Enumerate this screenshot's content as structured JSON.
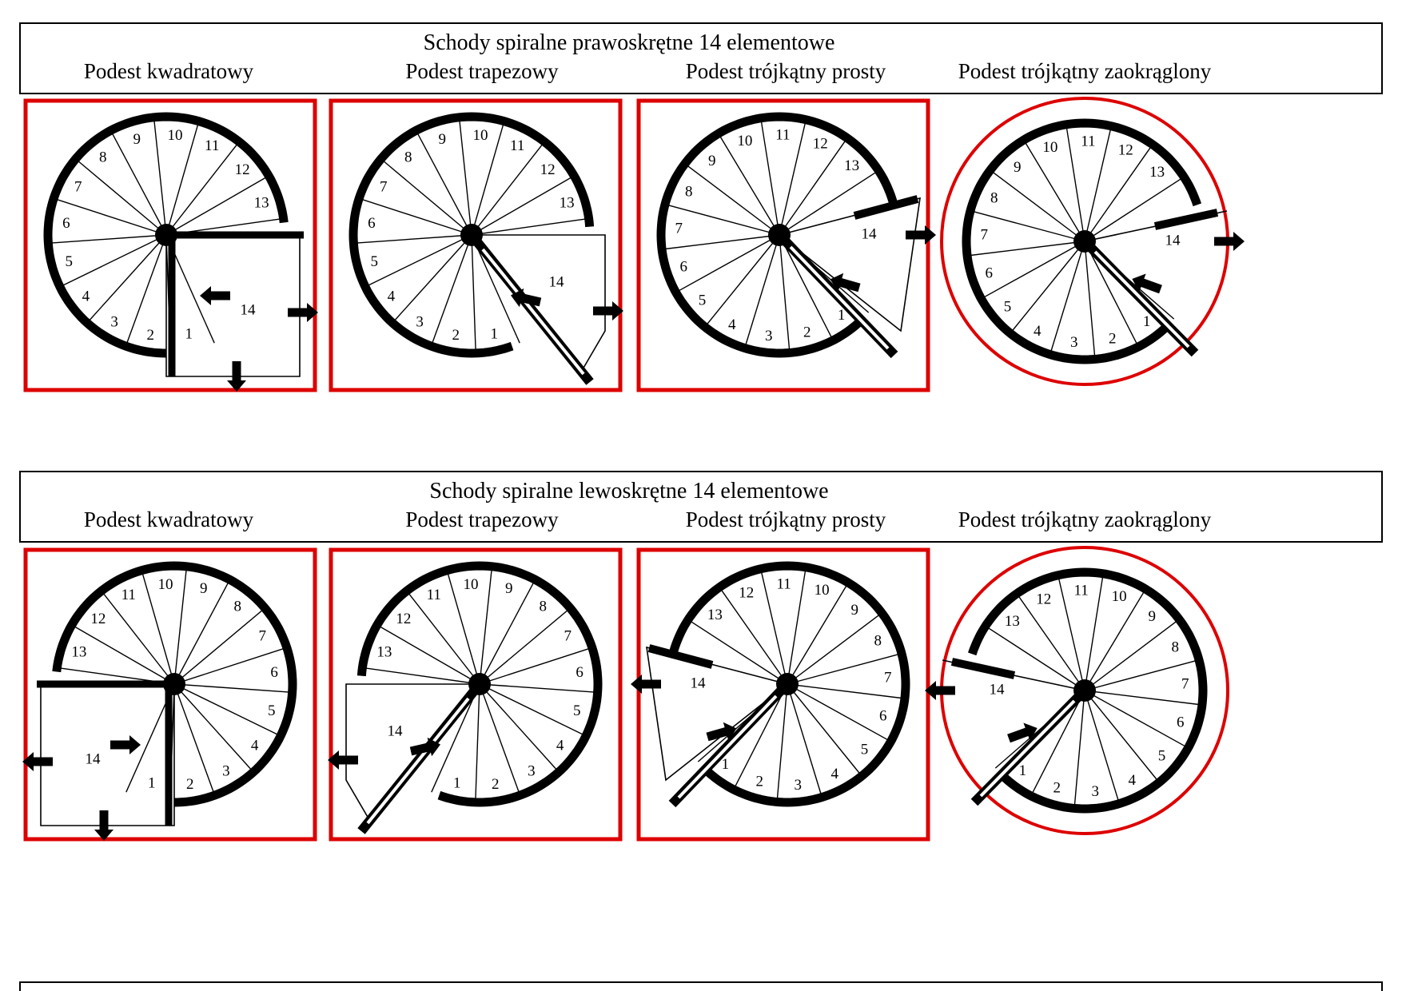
{
  "steps": [
    "1",
    "2",
    "3",
    "4",
    "5",
    "6",
    "7",
    "8",
    "9",
    "10",
    "11",
    "12",
    "13",
    "14"
  ],
  "colors": {
    "red": "#dd0000",
    "black": "#000000"
  },
  "sections": [
    {
      "title": "Schody spiralne prawoskrętne 14 elementowe",
      "columns": [
        "Podest kwadratowy",
        "Podest trapezowy",
        "Podest trójkątny prosty",
        "Podest trójkątny zaokrąglony"
      ],
      "diagrams": [
        {
          "name": "prawoskretne-podest-kwadratowy",
          "platform": "square",
          "border": "rect",
          "mirror": false
        },
        {
          "name": "prawoskretne-podest-trapezowy",
          "platform": "trapezoid",
          "border": "rect",
          "mirror": false
        },
        {
          "name": "prawoskretne-podest-trojkatny-prosty",
          "platform": "triangle",
          "border": "rect",
          "mirror": false
        },
        {
          "name": "prawoskretne-podest-trojkatny-zaokraglony",
          "platform": "rounded",
          "border": "circle",
          "mirror": false
        }
      ]
    },
    {
      "title": "Schody spiralne lewoskrętne 14 elementowe",
      "columns": [
        "Podest kwadratowy",
        "Podest trapezowy",
        "Podest trójkątny prosty",
        "Podest trójkątny zaokrąglony"
      ],
      "diagrams": [
        {
          "name": "lewoskretne-podest-kwadratowy",
          "platform": "square",
          "border": "rect",
          "mirror": true
        },
        {
          "name": "lewoskretne-podest-trapezowy",
          "platform": "trapezoid",
          "border": "rect",
          "mirror": true
        },
        {
          "name": "lewoskretne-podest-trojkatny-prosty",
          "platform": "triangle",
          "border": "rect",
          "mirror": true
        },
        {
          "name": "lewoskretne-podest-trojkatny-zaokraglony",
          "platform": "rounded",
          "border": "circle",
          "mirror": true
        }
      ]
    }
  ]
}
